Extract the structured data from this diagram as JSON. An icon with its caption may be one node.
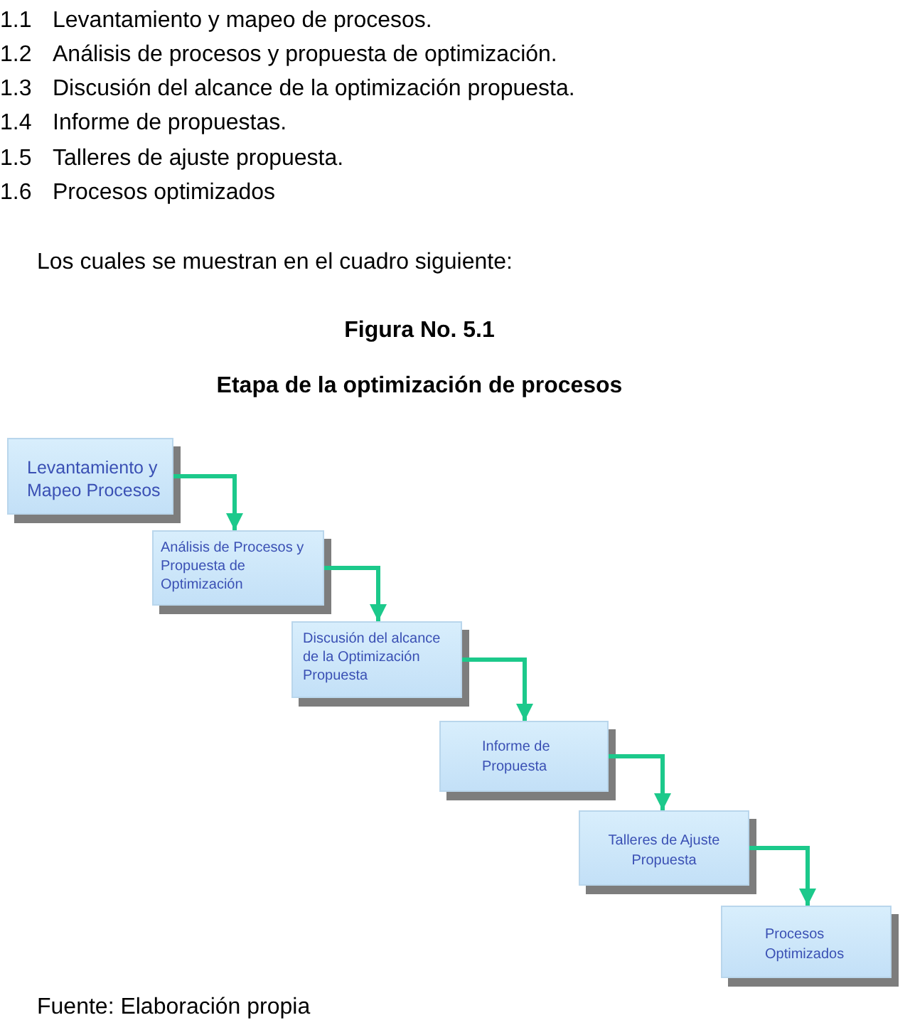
{
  "diagram": {
    "title": "Etapa de la optimización de procesos",
    "nodes": [
      {
        "text": [
          "Levantamiento y Mapeo Procesos"
        ]
      },
      {
        "text": [
          "Análisis de Procesos y Propuesta de Optimización"
        ]
      },
      {
        "text": [
          "Discusión del alcance de la Optimización Propuesta"
        ]
      },
      {
        "text": [
          "Informe de Propuesta"
        ]
      },
      {
        "text": [
          "Talleres de Ajuste Propuesta"
        ]
      },
      {
        "text": [
          "Procesos Optimizados"
        ]
      }
    ],
    "edges": [
      {
        "from": 0,
        "to": 1,
        "arrow": "to"
      },
      {
        "from": 1,
        "to": 2,
        "arrow": "to"
      },
      {
        "from": 2,
        "to": 3,
        "arrow": "to"
      },
      {
        "from": 3,
        "to": 4,
        "arrow": "to"
      },
      {
        "from": 4,
        "to": 5,
        "arrow": "to"
      }
    ],
    "labels": [
      "1.1",
      "Levantamiento y mapeo de procesos.",
      "1.2",
      "Análisis de procesos y propuesta de optimización.",
      "1.3",
      "Discusión del alcance de la optimización propuesta.",
      "1.4",
      "Informe de propuestas.",
      "1.5",
      "Talleres de ajuste propuesta.",
      "1.6",
      "Procesos optimizados",
      "Los cuales se muestran en el cuadro siguiente:",
      "Figura No. 5.1",
      "Fuente: Elaboración propia"
    ]
  }
}
